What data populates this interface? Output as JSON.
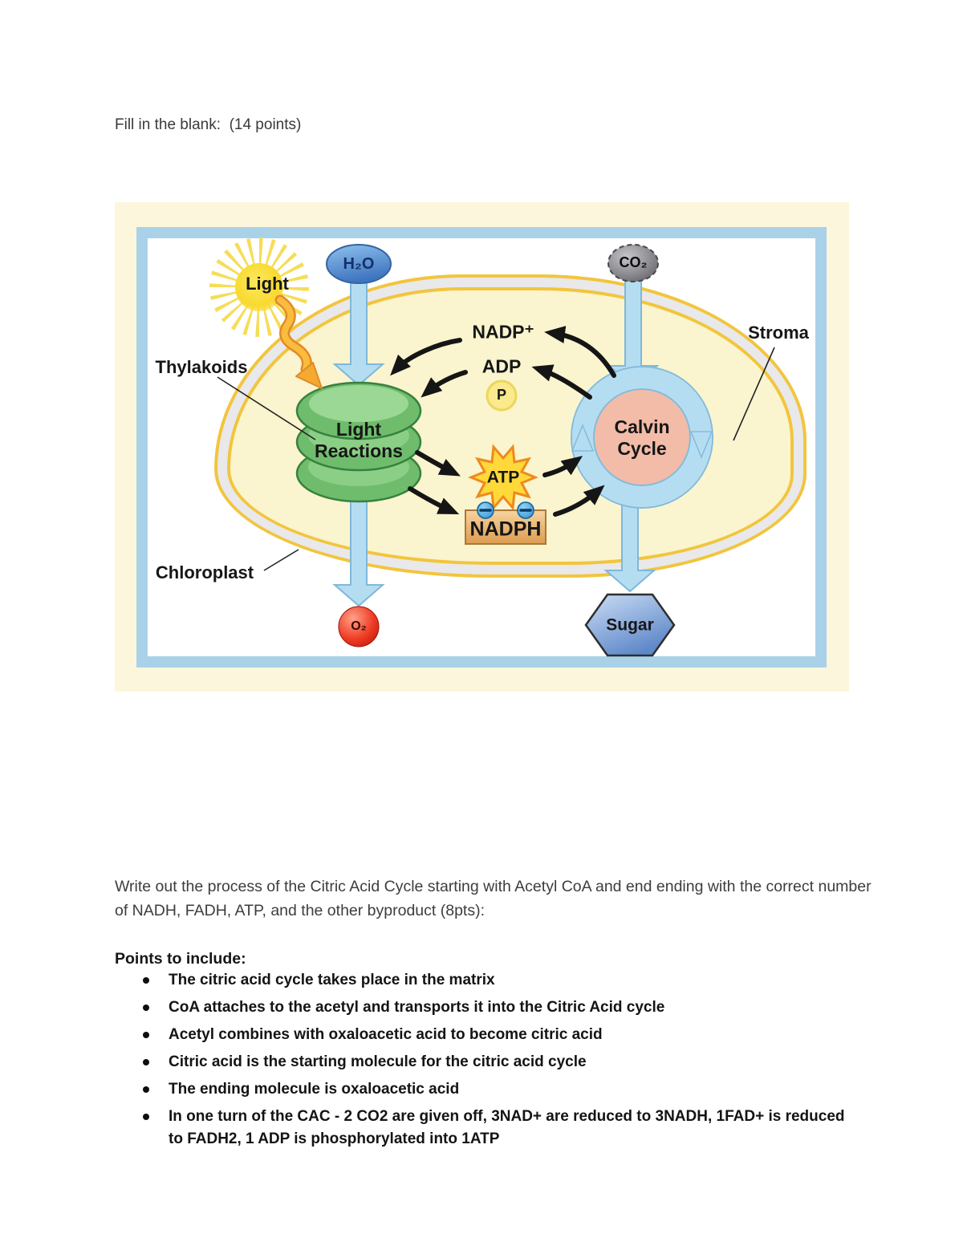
{
  "page": {
    "title": "Fill in the blank:  (14 points)"
  },
  "diagram": {
    "labels": {
      "light": "Light",
      "h2o": "H₂O",
      "co2": "CO₂",
      "thylakoids": "Thylakoids",
      "stroma": "Stroma",
      "chloroplast": "Chloroplast",
      "nadp": "NADP⁺",
      "adp": "ADP",
      "p": "P",
      "light_reactions1": "Light",
      "light_reactions2": "Reactions",
      "calvin1": "Calvin",
      "calvin2": "Cycle",
      "atp": "ATP",
      "nadph": "NADPH",
      "o2": "O₂",
      "sugar": "Sugar"
    },
    "icons": {
      "sun": "light-burst-icon",
      "wavy_arrow": "light-energy-arrow",
      "electron_circles": "minus-circle-icons"
    },
    "colors": {
      "panel_cream": "#FCF7DC",
      "frame_blue": "#A9D2E8",
      "membrane_gold": "#F2C53D",
      "membrane_gray": "#E9E9EB",
      "stroma_yellow": "#FAF4CF",
      "thylakoid_green": "#6FBD6C",
      "calvin_pink": "#F2BCA8",
      "cycle_ring_blue": "#B5DDF2",
      "atp_yellow": "#FFD93A",
      "atp_orange": "#EE8A1E",
      "nadph_tan": "#E8B06A",
      "h2o_blue": "#4C7FC4",
      "co2_gray": "#8A8A8E",
      "o2_red": "#E8281A",
      "sugar_blue": "#5F88C9"
    }
  },
  "question": {
    "text": "Write out the process of the Citric Acid Cycle starting with Acetyl CoA and end ending with the correct number of NADH, FADH, ATP, and the other byproduct (8pts):",
    "points_heading": "Points to include:",
    "bullets": [
      "The citric acid cycle takes place in the matrix",
      "CoA attaches to the acetyl and transports it into the Citric Acid cycle",
      "Acetyl combines with oxaloacetic acid to become citric acid",
      "Citric acid is the starting molecule for the citric acid cycle",
      "The ending molecule is oxaloacetic acid",
      "In one turn of the CAC - 2 CO2 are given off, 3NAD+ are reduced to 3NADH, 1FAD+ is reduced to FADH2, 1 ADP is phosphorylated into 1ATP"
    ]
  }
}
